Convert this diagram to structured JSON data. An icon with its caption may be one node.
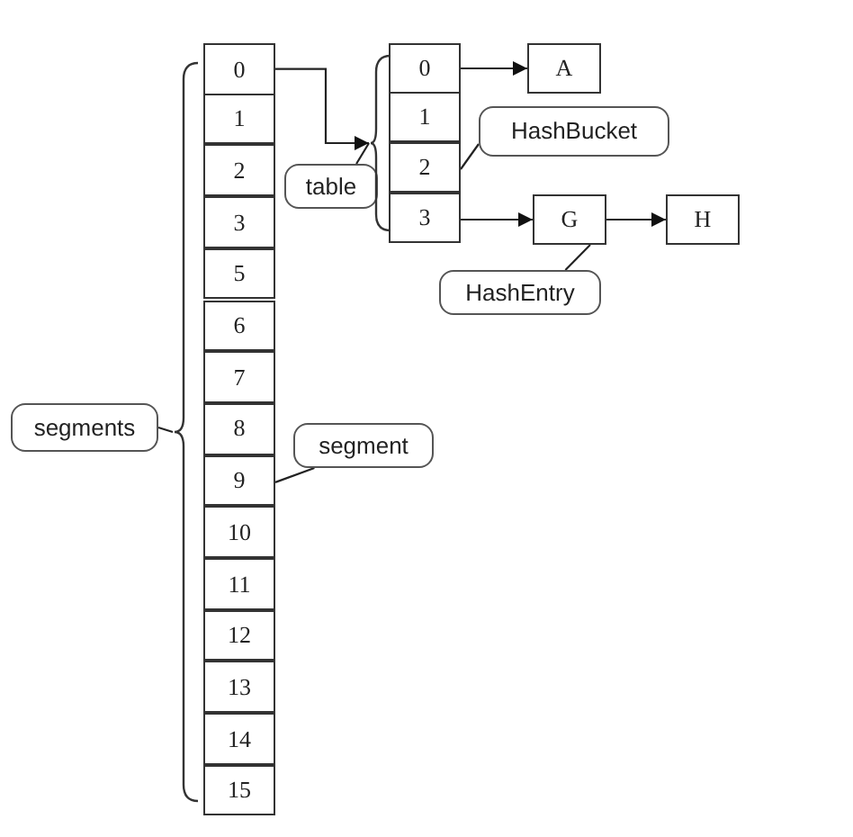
{
  "diagram": {
    "nodes": [
      {
        "text": [
          "segments"
        ]
      },
      {
        "text": [],
        "shape": "brace"
      },
      {
        "text": [
          "0"
        ]
      },
      {
        "text": [
          "1"
        ]
      },
      {
        "text": [
          "2"
        ]
      },
      {
        "text": [
          "3"
        ]
      },
      {
        "text": [
          "5"
        ]
      },
      {
        "text": [
          "6"
        ]
      },
      {
        "text": [
          "7"
        ]
      },
      {
        "text": [
          "8"
        ]
      },
      {
        "text": [
          "9"
        ]
      },
      {
        "text": [
          "10"
        ]
      },
      {
        "text": [
          "11"
        ]
      },
      {
        "text": [
          "12"
        ]
      },
      {
        "text": [
          "13"
        ]
      },
      {
        "text": [
          "14"
        ]
      },
      {
        "text": [
          "15"
        ]
      },
      {
        "text": [
          "segment"
        ]
      },
      {
        "text": [
          "table"
        ]
      },
      {
        "text": [],
        "shape": "brace"
      },
      {
        "text": [
          "0"
        ]
      },
      {
        "text": [
          "1"
        ]
      },
      {
        "text": [
          "2"
        ]
      },
      {
        "text": [
          "3"
        ]
      },
      {
        "text": [
          "HashBucket"
        ]
      },
      {
        "text": [
          "A"
        ]
      },
      {
        "text": [
          "G"
        ]
      },
      {
        "text": [
          "H"
        ]
      },
      {
        "text": [
          "HashEntry"
        ]
      }
    ],
    "edges": [
      {
        "from": 0,
        "to": 1,
        "arrow": "none"
      },
      {
        "from": 17,
        "to": 10,
        "arrow": "none"
      },
      {
        "from": 2,
        "to": 19,
        "arrow": "to"
      },
      {
        "from": 18,
        "to": 19,
        "arrow": "none"
      },
      {
        "from": 24,
        "to": 22,
        "arrow": "none"
      },
      {
        "from": 20,
        "to": 25,
        "arrow": "to"
      },
      {
        "from": 23,
        "to": 26,
        "arrow": "to"
      },
      {
        "from": 28,
        "to": 26,
        "arrow": "none"
      },
      {
        "from": 26,
        "to": 27,
        "arrow": "to"
      }
    ]
  }
}
